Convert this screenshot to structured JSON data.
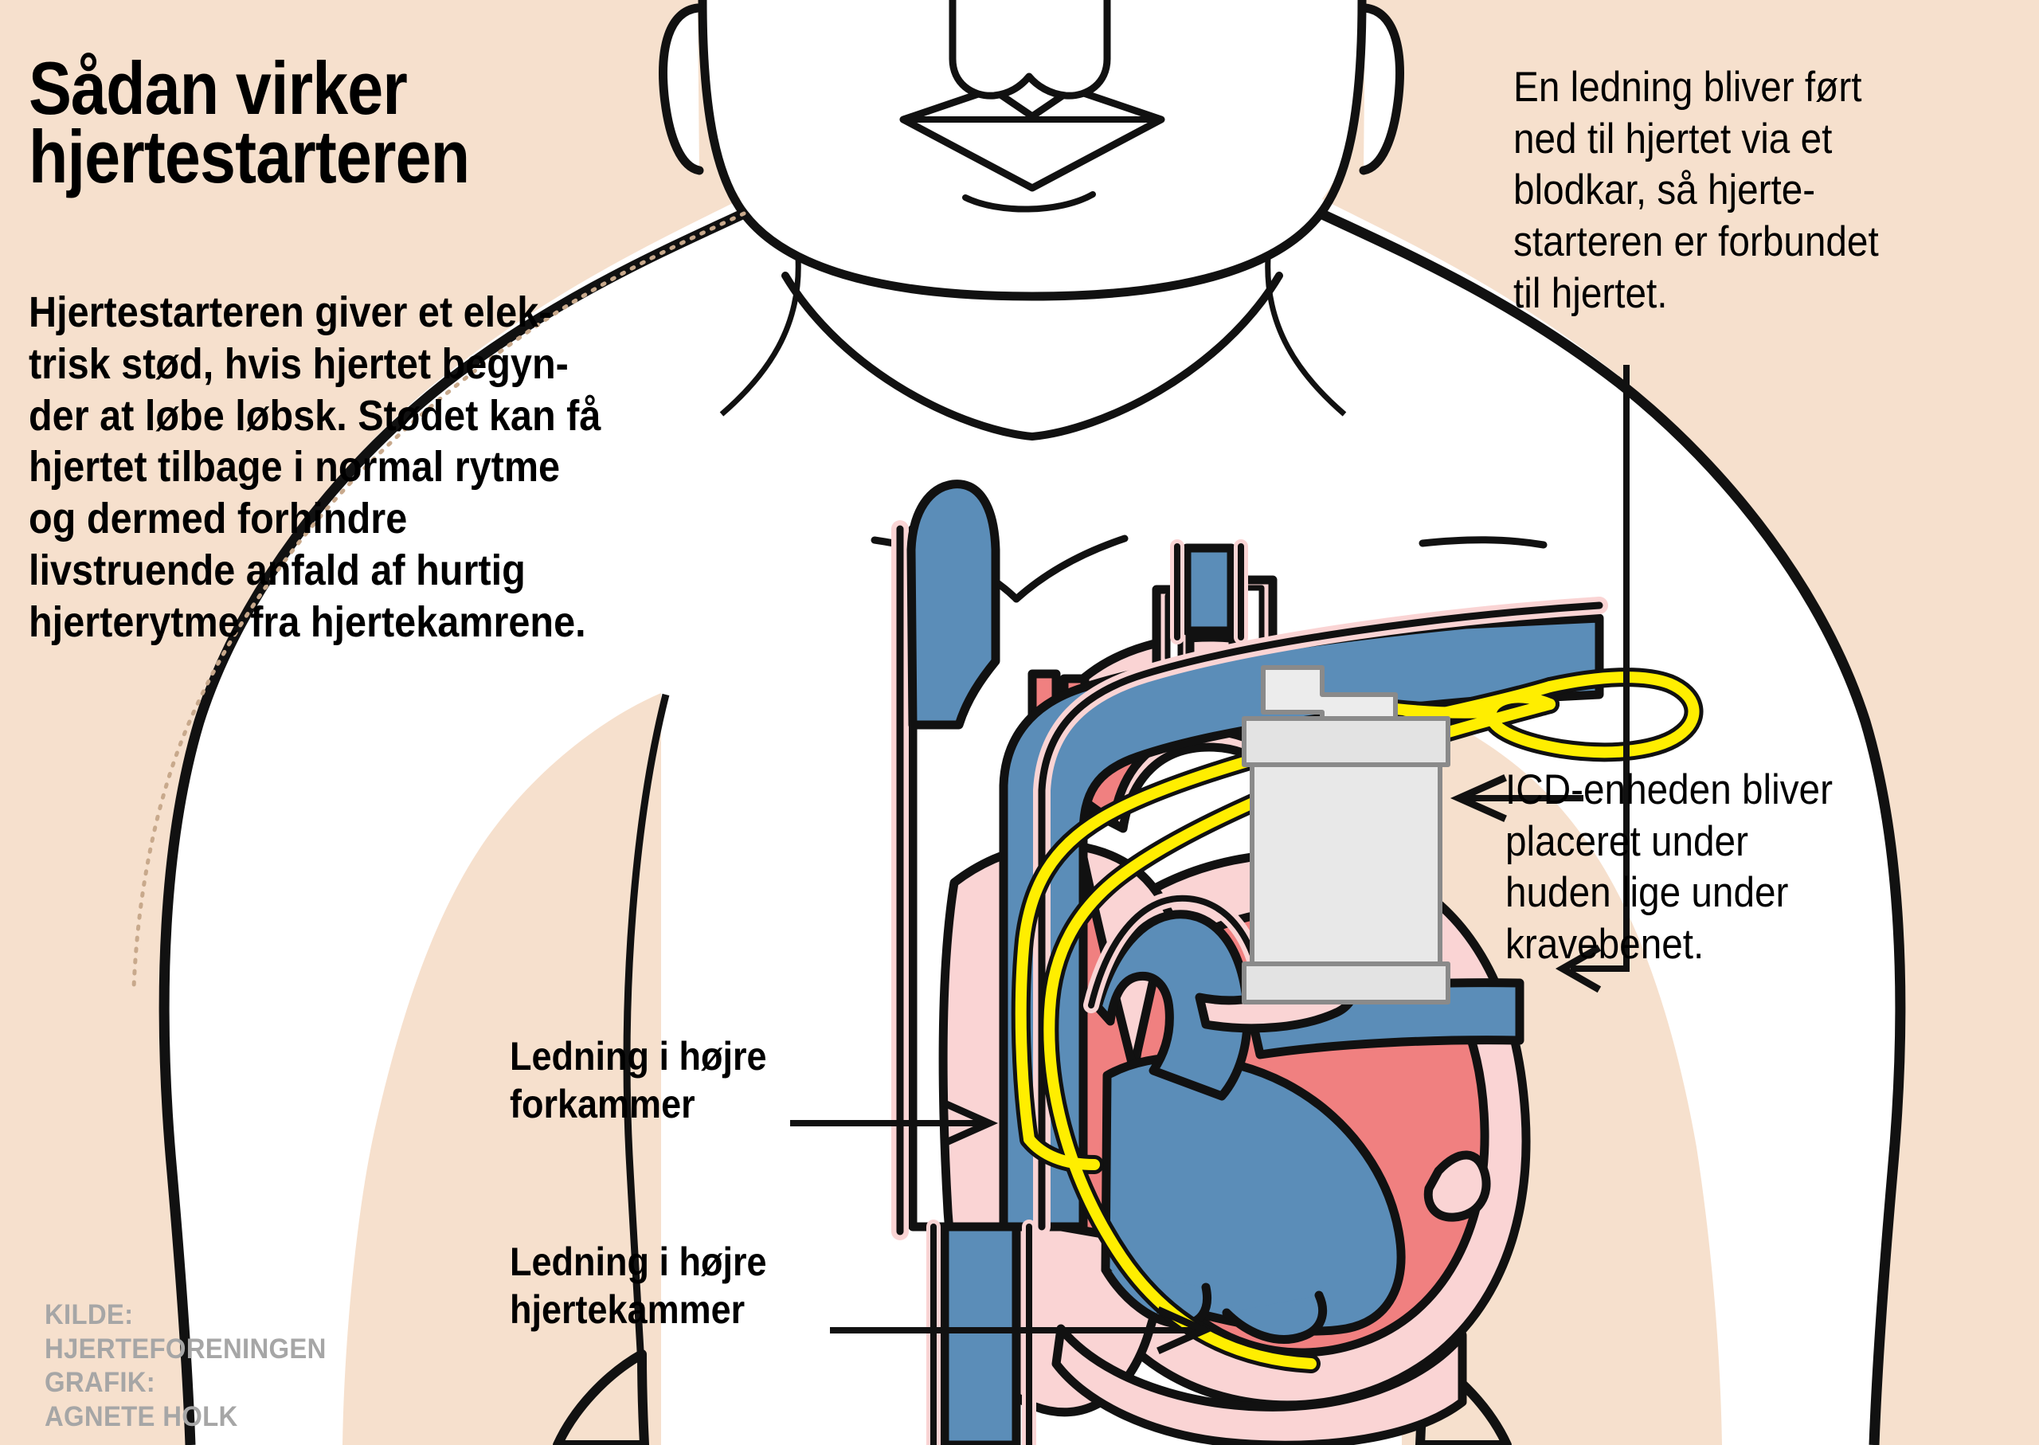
{
  "colors": {
    "background": "#f6e0cd",
    "body_fill": "#ffffff",
    "outline": "#111111",
    "vein_blue": "#5b8db8",
    "chamber_red": "#f08080",
    "wall_pink": "#fad4d4",
    "lead_yellow": "#ffee00",
    "device_grey": "#e3e3e3",
    "credit_grey": "#a6a6a6"
  },
  "header": {
    "title": "Sådan virker\nhjertestarteren",
    "lede": "Hjertestarteren giver et elek-\ntrisk stød, hvis hjertet begyn-\nder at løbe løbsk. Stødet kan få\nhjertet tilbage i normal rytme\nog dermed forhindre\nlivstruende anfald af hurtig\nhjerterytme fra hjertekamrene."
  },
  "callouts": [
    {
      "id": "lead",
      "text": "En ledning bliver ført\nned til hjertet via et\nblodkar, så hjerte-\nstarteren er forbundet\ntil hjertet."
    },
    {
      "id": "icd",
      "text": "ICD-enheden bliver\nplaceret under\nhuden lige under\nkravebenet."
    }
  ],
  "lead_labels": [
    {
      "id": "atrium",
      "text": "Ledning i højre\nforkammer"
    },
    {
      "id": "ventricle",
      "text": "Ledning i højre\nhjertekammer"
    }
  ],
  "credit": {
    "text": "KILDE:\nHJERTEFORENINGEN\nGRAFIK:\nAGNETE HOLK"
  },
  "figure": {
    "subject": "male torso front view, head cropped at top",
    "features": [
      "lips",
      "chin",
      "neck",
      "collarbone",
      "sternum-notch",
      "shoulders",
      "arms",
      "nipple-line"
    ],
    "heart": {
      "structures": [
        "superior vena cava",
        "brachiocephalic vein",
        "aortic arch",
        "right atrium",
        "right ventricle",
        "left ventricle",
        "inferior vena cava",
        "pulmonary artery"
      ],
      "icd_device": "ICD generator under the collarbone",
      "leads": [
        "right atrial lead",
        "right ventricular lead"
      ]
    }
  }
}
